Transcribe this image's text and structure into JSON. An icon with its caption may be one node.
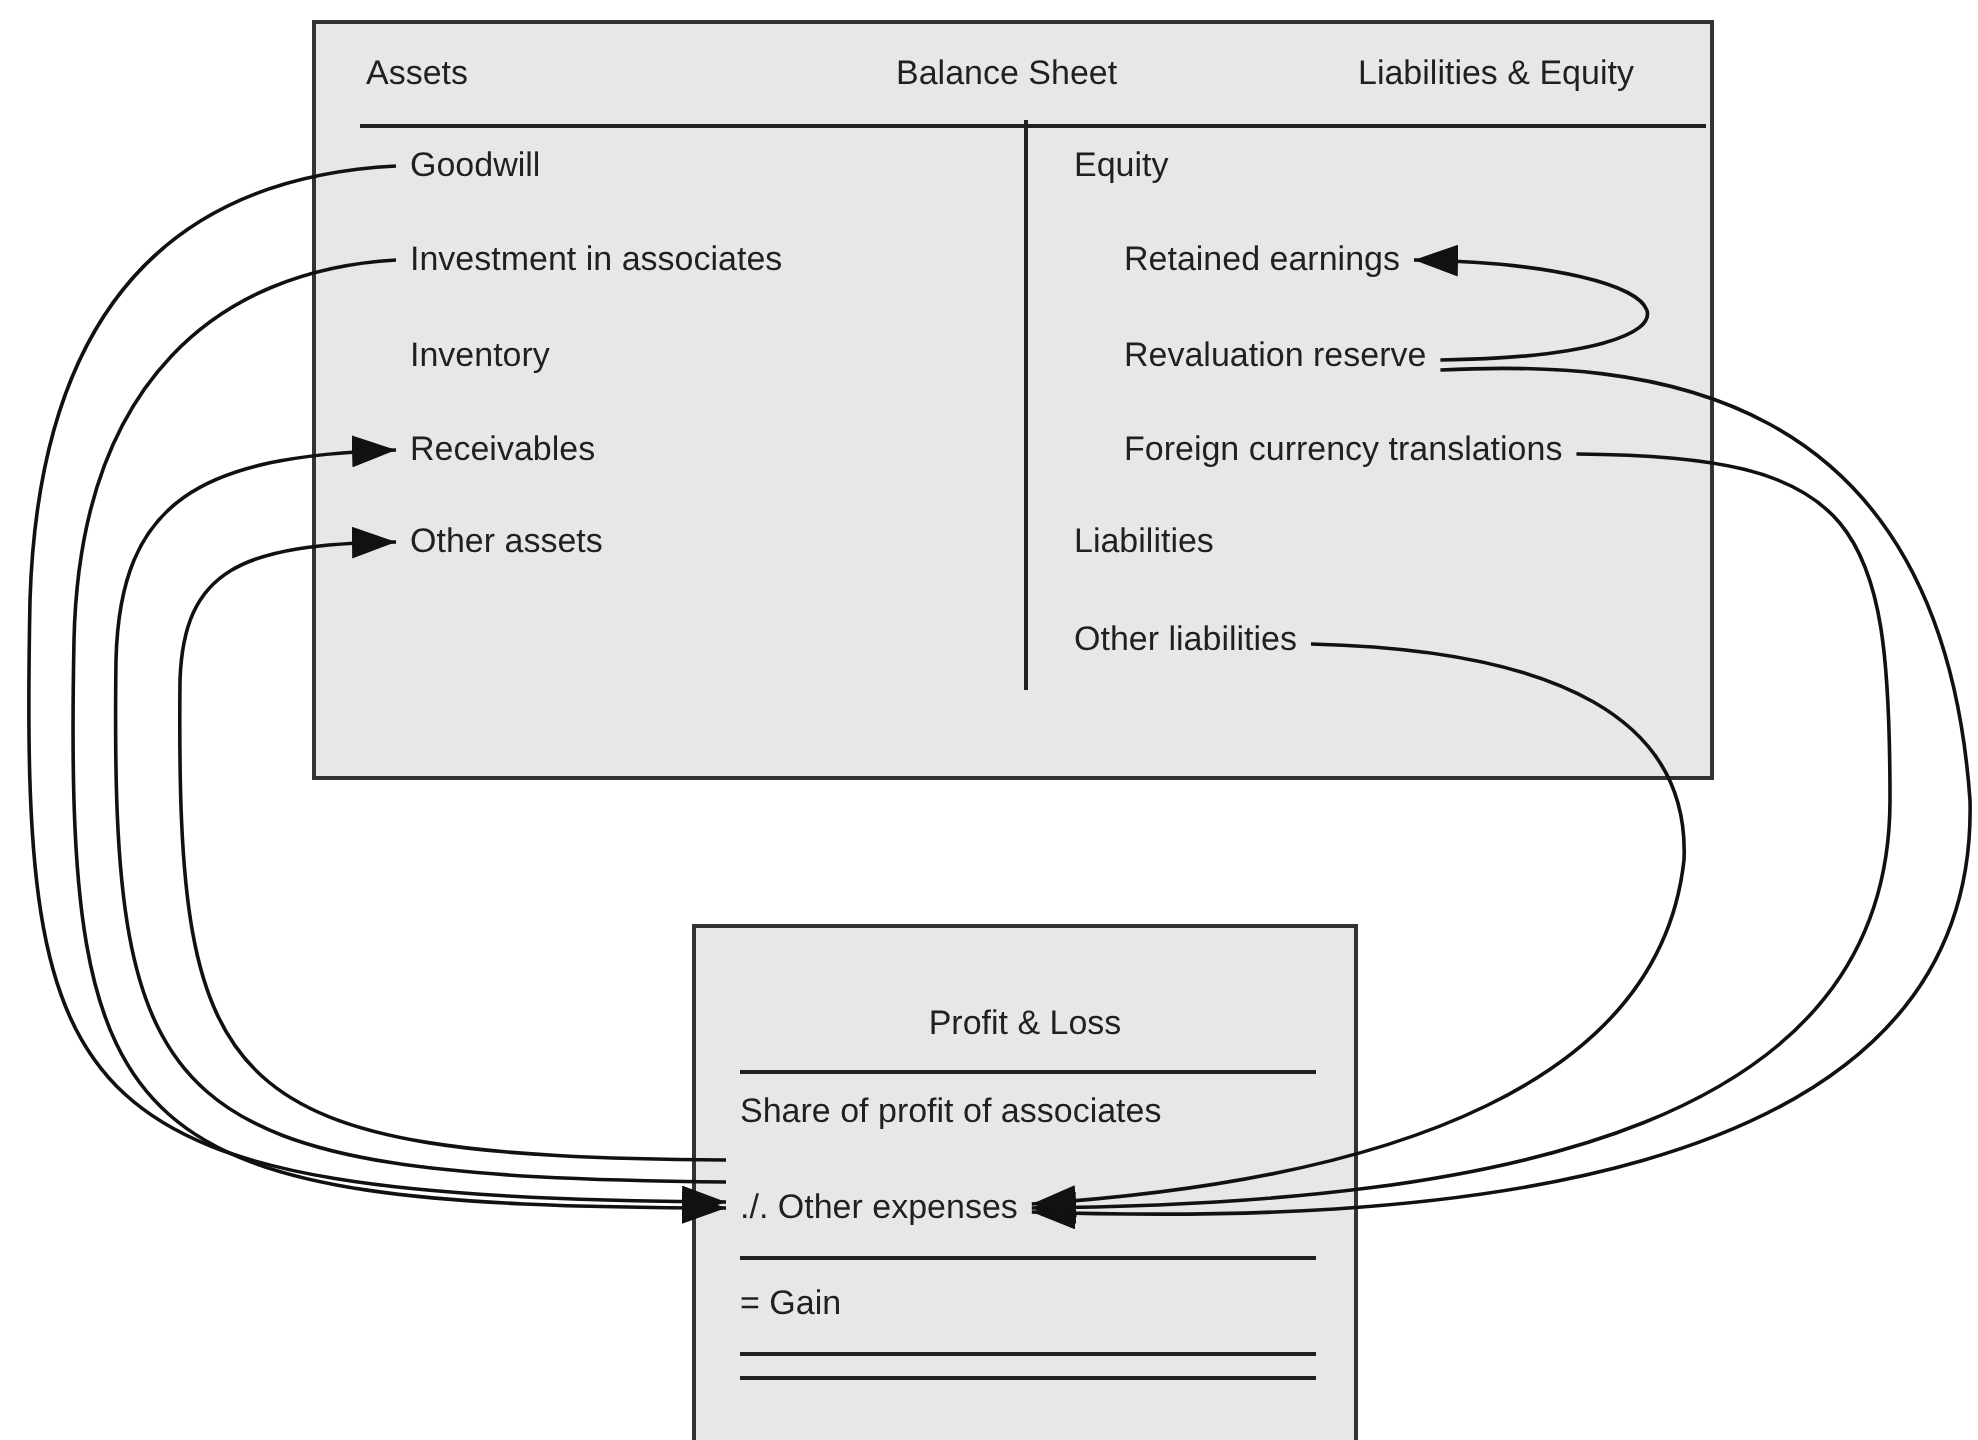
{
  "diagram": {
    "nodes": [
      {
        "text": [
          "Assets",
          "Balance Sheet",
          "Liabilities & Equity"
        ]
      },
      {
        "text": [
          "Goodwill"
        ],
        "in": 0
      },
      {
        "text": [
          "Investment in associates"
        ],
        "in": 0
      },
      {
        "text": [
          "Inventory"
        ],
        "in": 0
      },
      {
        "text": [
          "Receivables"
        ],
        "in": 0
      },
      {
        "text": [
          "Other assets"
        ],
        "in": 0
      },
      {
        "text": [
          "Equity"
        ],
        "in": 0
      },
      {
        "text": [
          "Retained earnings"
        ],
        "in": 0
      },
      {
        "text": [
          "Revaluation reserve"
        ],
        "in": 0
      },
      {
        "text": [
          "Foreign currency translations"
        ],
        "in": 0
      },
      {
        "text": [
          "Liabilities"
        ],
        "in": 0
      },
      {
        "text": [
          "Other liabilities"
        ],
        "in": 0
      },
      {
        "text": [
          "Profit & Loss"
        ]
      },
      {
        "text": [
          "Share of profit of associates"
        ],
        "in": 12
      },
      {
        "text": [
          "./. Other expenses"
        ],
        "in": 12
      },
      {
        "text": [
          "= Gain"
        ],
        "in": 12
      }
    ],
    "edges": [
      {
        "from": 1,
        "to": 14,
        "arrow": "to"
      },
      {
        "from": 2,
        "to": 14,
        "arrow": "to"
      },
      {
        "from": 14,
        "to": 4,
        "arrow": "to"
      },
      {
        "from": 14,
        "to": 5,
        "arrow": "to"
      },
      {
        "from": 8,
        "to": 7,
        "arrow": "to"
      },
      {
        "from": 8,
        "to": 14,
        "arrow": "to"
      },
      {
        "from": 9,
        "to": 14,
        "arrow": "to"
      },
      {
        "from": 11,
        "to": 14,
        "arrow": "to"
      }
    ]
  }
}
